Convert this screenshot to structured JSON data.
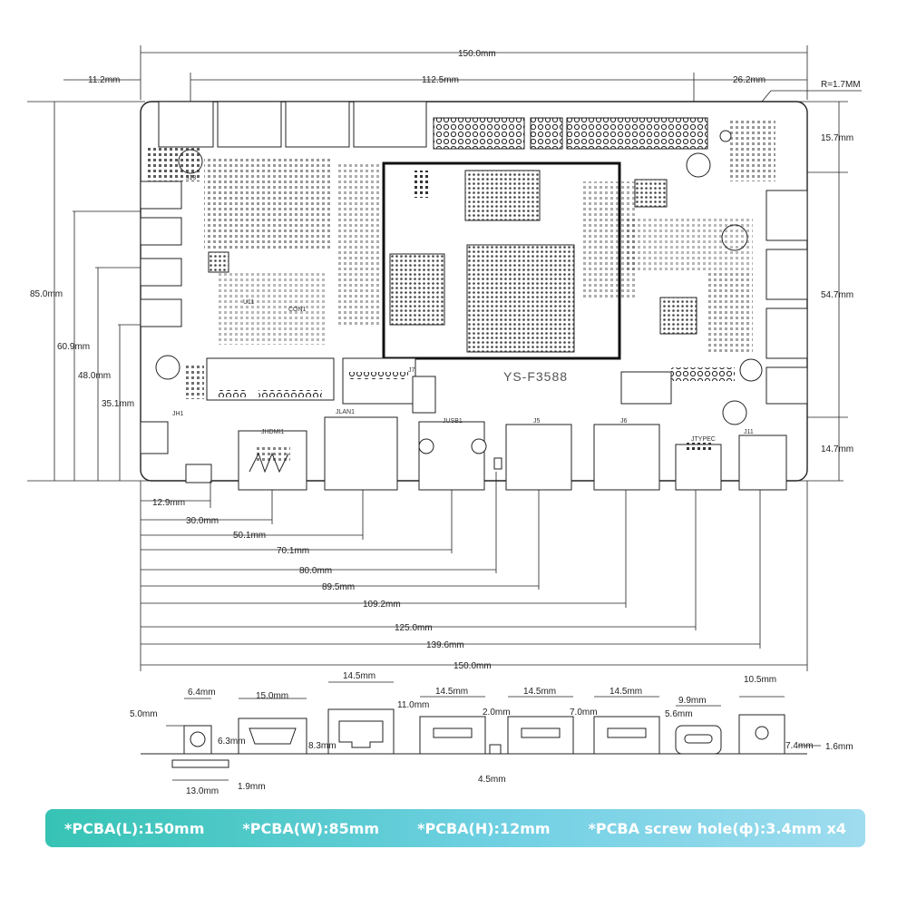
{
  "board": {
    "model": "YS-F3588",
    "corner_radius": "R=1.7MM"
  },
  "top_dimensions": {
    "overall_length": "150.0mm",
    "left_offset": "11.2mm",
    "span_main": "112.5mm",
    "right_offset": "26.2mm"
  },
  "left_dimensions": {
    "overall_width": "85.0mm",
    "v1": "60.9mm",
    "v2": "48.0mm",
    "v3": "35.1mm"
  },
  "right_dimensions": {
    "v1": "15.7mm",
    "v2": "54.7mm",
    "v3": "14.7mm"
  },
  "bottom_dimensions": {
    "items": [
      "12.9mm",
      "30.0mm",
      "50.1mm",
      "70.1mm",
      "80.0mm",
      "89.5mm",
      "109.2mm",
      "125.0mm",
      "139.6mm",
      "150.0mm"
    ]
  },
  "side_view": {
    "dc_w": "6.4mm",
    "dc_h": "5.0mm",
    "hdmi_w": "15.0mm",
    "hdmi_h": "6.3mm",
    "rj45_w": "14.5mm",
    "rj45_h": "8.3mm",
    "usb_gap_h": "11.0mm",
    "usb1_w": "14.5mm",
    "sw_w": "2.0mm",
    "sw_pitch": "4.5mm",
    "usb2_w": "14.5mm",
    "usb_h": "7.0mm",
    "usb3_w": "14.5mm",
    "usb3_h": "5.6mm",
    "typec_w": "9.9mm",
    "dcin_w": "10.5mm",
    "dcin_h": "7.4mm",
    "pcb_thick": "1.6mm",
    "fpc_w": "13.0mm",
    "fpc_h": "1.9mm"
  },
  "components": {
    "labels": [
      "JHDMI1",
      "JUSB1",
      "J5",
      "J6",
      "J13",
      "JLAN1",
      "JTYPEC",
      "J7",
      "JH1",
      "J11",
      "U11",
      "CON1"
    ]
  },
  "specs": {
    "length": "*PCBA(L):150mm",
    "width": "*PCBA(W):85mm",
    "height": "*PCBA(H):12mm",
    "screw": "*PCBA screw hole(ф):3.4mm x4"
  }
}
